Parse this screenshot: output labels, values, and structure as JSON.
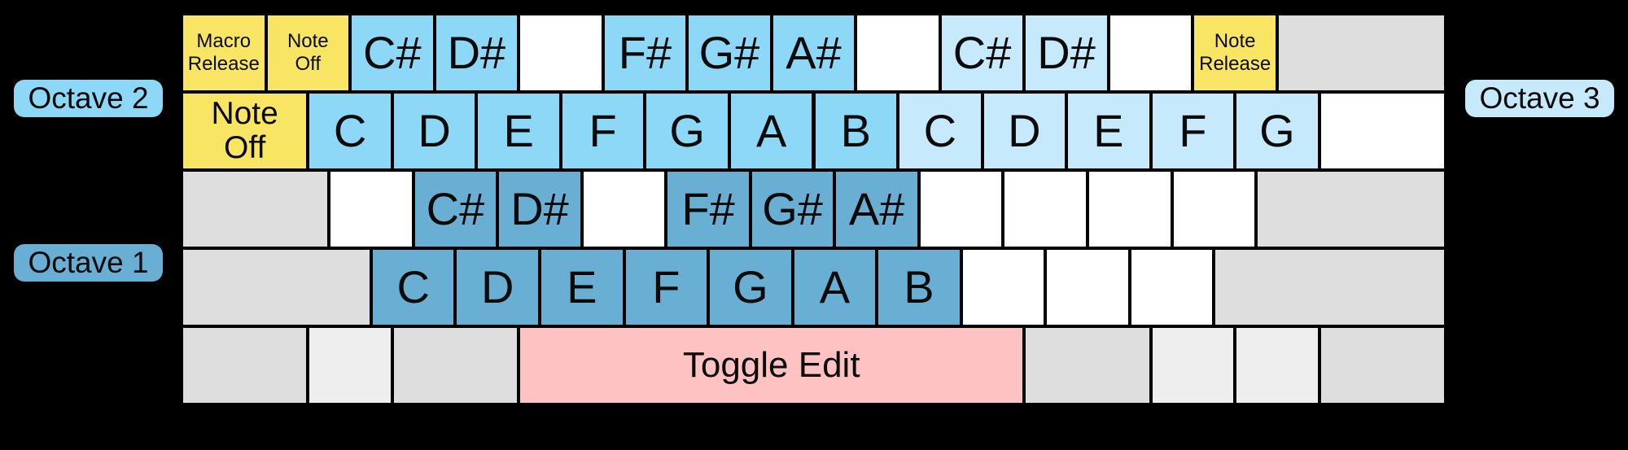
{
  "diagram": {
    "description_visible_text_only": true
  },
  "colors": {
    "yellow": "#f8e564",
    "blue1": "#69aed3",
    "blue2": "#8dd7f7",
    "blue3": "#c6e9fc",
    "pink": "#ffc2c2",
    "gray": "#dedede",
    "lgray": "#eeeeee",
    "white": "#ffffff",
    "background": "#000000",
    "key_border": "#000000"
  },
  "octave_labels": {
    "octave2": {
      "text": "Octave 2",
      "color": "blue2"
    },
    "octave1": {
      "text": "Octave 1",
      "color": "blue1"
    },
    "octave3": {
      "text": "Octave 3",
      "color": "blue3"
    }
  },
  "keyboard": {
    "units_per_row": 15,
    "rows": [
      {
        "keys": [
          {
            "w": 1,
            "c": "yellow",
            "t": "Macro\nRelease",
            "s": "sm"
          },
          {
            "w": 1,
            "c": "yellow",
            "t": "Note\nOff",
            "s": "sm"
          },
          {
            "w": 1,
            "c": "blue2",
            "t": "C#",
            "s": "note"
          },
          {
            "w": 1,
            "c": "blue2",
            "t": "D#",
            "s": "note"
          },
          {
            "w": 1,
            "c": "white"
          },
          {
            "w": 1,
            "c": "blue2",
            "t": "F#",
            "s": "note"
          },
          {
            "w": 1,
            "c": "blue2",
            "t": "G#",
            "s": "note"
          },
          {
            "w": 1,
            "c": "blue2",
            "t": "A#",
            "s": "note"
          },
          {
            "w": 1,
            "c": "white"
          },
          {
            "w": 1,
            "c": "blue3",
            "t": "C#",
            "s": "note"
          },
          {
            "w": 1,
            "c": "blue3",
            "t": "D#",
            "s": "note"
          },
          {
            "w": 1,
            "c": "white"
          },
          {
            "w": 1,
            "c": "yellow",
            "t": "Note\nRelease",
            "s": "sm"
          },
          {
            "w": 2,
            "c": "gray"
          }
        ]
      },
      {
        "keys": [
          {
            "w": 1.5,
            "c": "yellow",
            "t": "Note\nOff",
            "s": "md"
          },
          {
            "w": 1,
            "c": "blue2",
            "t": "C",
            "s": "note"
          },
          {
            "w": 1,
            "c": "blue2",
            "t": "D",
            "s": "note"
          },
          {
            "w": 1,
            "c": "blue2",
            "t": "E",
            "s": "note"
          },
          {
            "w": 1,
            "c": "blue2",
            "t": "F",
            "s": "note"
          },
          {
            "w": 1,
            "c": "blue2",
            "t": "G",
            "s": "note"
          },
          {
            "w": 1,
            "c": "blue2",
            "t": "A",
            "s": "note"
          },
          {
            "w": 1,
            "c": "blue2",
            "t": "B",
            "s": "note"
          },
          {
            "w": 1,
            "c": "blue3",
            "t": "C",
            "s": "note"
          },
          {
            "w": 1,
            "c": "blue3",
            "t": "D",
            "s": "note"
          },
          {
            "w": 1,
            "c": "blue3",
            "t": "E",
            "s": "note"
          },
          {
            "w": 1,
            "c": "blue3",
            "t": "F",
            "s": "note"
          },
          {
            "w": 1,
            "c": "blue3",
            "t": "G",
            "s": "note"
          },
          {
            "w": 1.5,
            "c": "white"
          }
        ]
      },
      {
        "keys": [
          {
            "w": 1.75,
            "c": "gray"
          },
          {
            "w": 1,
            "c": "white"
          },
          {
            "w": 1,
            "c": "blue1",
            "t": "C#",
            "s": "note"
          },
          {
            "w": 1,
            "c": "blue1",
            "t": "D#",
            "s": "note"
          },
          {
            "w": 1,
            "c": "white"
          },
          {
            "w": 1,
            "c": "blue1",
            "t": "F#",
            "s": "note"
          },
          {
            "w": 1,
            "c": "blue1",
            "t": "G#",
            "s": "note"
          },
          {
            "w": 1,
            "c": "blue1",
            "t": "A#",
            "s": "note"
          },
          {
            "w": 1,
            "c": "white"
          },
          {
            "w": 1,
            "c": "white"
          },
          {
            "w": 1,
            "c": "white"
          },
          {
            "w": 1,
            "c": "white"
          },
          {
            "w": 2.25,
            "c": "gray"
          }
        ]
      },
      {
        "keys": [
          {
            "w": 2.25,
            "c": "gray"
          },
          {
            "w": 1,
            "c": "blue1",
            "t": "C",
            "s": "note"
          },
          {
            "w": 1,
            "c": "blue1",
            "t": "D",
            "s": "note"
          },
          {
            "w": 1,
            "c": "blue1",
            "t": "E",
            "s": "note"
          },
          {
            "w": 1,
            "c": "blue1",
            "t": "F",
            "s": "note"
          },
          {
            "w": 1,
            "c": "blue1",
            "t": "G",
            "s": "note"
          },
          {
            "w": 1,
            "c": "blue1",
            "t": "A",
            "s": "note"
          },
          {
            "w": 1,
            "c": "blue1",
            "t": "B",
            "s": "note"
          },
          {
            "w": 1,
            "c": "white"
          },
          {
            "w": 1,
            "c": "white"
          },
          {
            "w": 1,
            "c": "white"
          },
          {
            "w": 2.75,
            "c": "gray"
          }
        ]
      },
      {
        "keys": [
          {
            "w": 1.5,
            "c": "gray"
          },
          {
            "w": 1,
            "c": "lgray"
          },
          {
            "w": 1.5,
            "c": "gray"
          },
          {
            "w": 6,
            "c": "pink",
            "t": "Toggle Edit",
            "s": "toggle"
          },
          {
            "w": 1.5,
            "c": "gray"
          },
          {
            "w": 1,
            "c": "lgray"
          },
          {
            "w": 1,
            "c": "lgray"
          },
          {
            "w": 1.5,
            "c": "gray"
          }
        ]
      }
    ]
  }
}
